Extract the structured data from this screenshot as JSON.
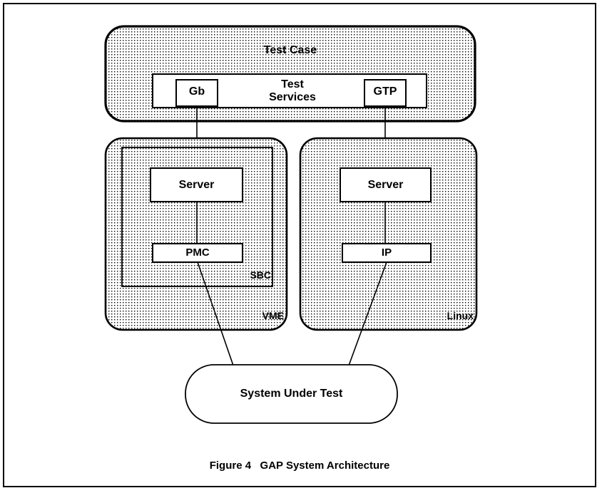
{
  "figure": {
    "caption": "Figure 4   GAP System Architecture",
    "border_color": "#000000",
    "background_color": "#ffffff",
    "fill_pattern": "dotted-stipple",
    "line_color": "#000000"
  },
  "nodes": {
    "test_case": {
      "label": "Test Case",
      "shape": "rounded-rect",
      "filled": true
    },
    "test_services": {
      "label": "Test\nServices",
      "shape": "rect",
      "filled": false
    },
    "gb": {
      "label": "Gb",
      "shape": "rect",
      "filled": false
    },
    "gtp": {
      "label": "GTP",
      "shape": "rect",
      "filled": false
    },
    "vme": {
      "label": "VME",
      "shape": "rounded-rect",
      "filled": true
    },
    "sbc": {
      "label": "SBC",
      "shape": "rect",
      "filled": true
    },
    "server_left": {
      "label": "Server",
      "shape": "rect",
      "filled": false
    },
    "pmc": {
      "label": "PMC",
      "shape": "rect",
      "filled": false
    },
    "linux": {
      "label": "Linux",
      "shape": "rounded-rect",
      "filled": true
    },
    "server_right": {
      "label": "Server",
      "shape": "rect",
      "filled": false
    },
    "ip": {
      "label": "IP",
      "shape": "rect",
      "filled": false
    },
    "system_under_test": {
      "label": "System Under Test",
      "shape": "rounded-rect",
      "filled": false
    }
  },
  "connections": [
    {
      "from": "gb",
      "to": "server_left",
      "style": "vertical-line"
    },
    {
      "from": "gtp",
      "to": "server_right",
      "style": "vertical-line"
    },
    {
      "from": "server_left",
      "to": "pmc",
      "style": "vertical-line"
    },
    {
      "from": "server_right",
      "to": "ip",
      "style": "vertical-line"
    },
    {
      "from": "pmc",
      "to": "system_under_test",
      "style": "diagonal-line"
    },
    {
      "from": "ip",
      "to": "system_under_test",
      "style": "diagonal-line"
    }
  ]
}
